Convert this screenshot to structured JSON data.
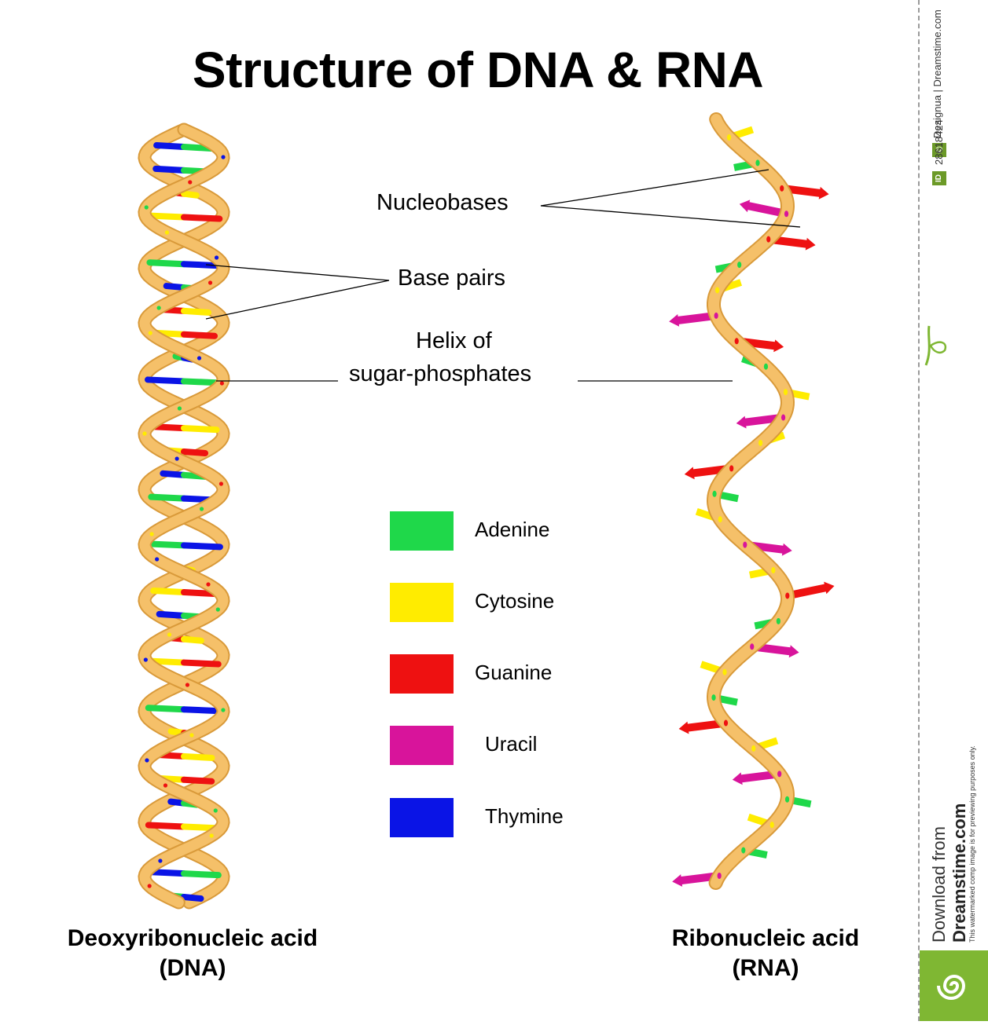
{
  "title": "Structure of DNA & RNA",
  "labels": {
    "nucleobases": "Nucleobases",
    "base_pairs": "Base pairs",
    "helix_line1": "Helix of",
    "helix_line2": "sugar-phosphates"
  },
  "captions": {
    "dna_line1": "Deoxyribonucleic acid",
    "dna_line2": "(DNA)",
    "rna_line1": "Ribonucleic acid",
    "rna_line2": "(RNA)"
  },
  "legend": [
    {
      "name": "Adenine",
      "color": "#1fd84a"
    },
    {
      "name": "Cytosine",
      "color": "#ffec00"
    },
    {
      "name": "Guanine",
      "color": "#ee1111"
    },
    {
      "name": "Uracil",
      "color": "#d8149b"
    },
    {
      "name": "Thymine",
      "color": "#0a14e6"
    }
  ],
  "colors": {
    "backbone": "#f5c069",
    "backbone_edge": "#d99a3a",
    "watermark_green": "#7fb733"
  },
  "dna_pairs": [
    "TA",
    "TA",
    "GC",
    "CG",
    "TA",
    "AT",
    "TA",
    "GC",
    "CG",
    "AT",
    "TA",
    "CG",
    "GC",
    "CG",
    "TA",
    "AT",
    "TA",
    "AT",
    "GC",
    "CG",
    "TA",
    "GC",
    "CG",
    "CG",
    "AT",
    "CG",
    "GC",
    "CG",
    "TA",
    "GC",
    "CG",
    "TA",
    "AT"
  ],
  "rna_bases": [
    "C",
    "A",
    "G",
    "U",
    "G",
    "A",
    "C",
    "U",
    "G",
    "A",
    "C",
    "U",
    "C",
    "G",
    "A",
    "C",
    "U",
    "C",
    "G",
    "A",
    "U",
    "C",
    "A",
    "G",
    "C",
    "U",
    "A",
    "C",
    "A",
    "U"
  ],
  "sidebar": {
    "id_badge": "ID",
    "id_number": "28618424",
    "copyright_badge": "©",
    "credit": "Designua | Dreamstime.com",
    "download_from": "Download from",
    "site": "Dreamstime.com",
    "notice": "This watermarked comp image is for previewing purposes only."
  }
}
